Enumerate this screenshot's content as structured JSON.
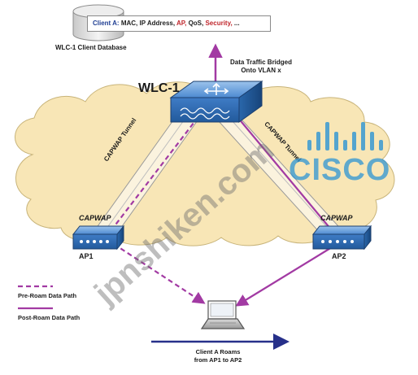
{
  "database": {
    "label": "WLC-1 Client Database",
    "banner": {
      "client": "Client A:",
      "mac_ip": "MAC, IP Address,",
      "ap": "AP,",
      "qos": "QoS,",
      "security": "Security,",
      "more": "..."
    }
  },
  "wlc": {
    "label": "WLC-1",
    "traffic_note_line1": "Data Traffic Bridged",
    "traffic_note_line2": "Onto VLAN x"
  },
  "tunnels": {
    "left": "CAPWAP Tunnel",
    "right": "CAPWAP Tunnel"
  },
  "ap1": {
    "badge": "CAPWAP",
    "label": "AP1"
  },
  "ap2": {
    "badge": "CAPWAP",
    "label": "AP2"
  },
  "legend": {
    "pre_roam": "Pre-Roam Data Path",
    "post_roam": "Post-Roam Data Path"
  },
  "client": {
    "roam_line1": "Client A Roams",
    "roam_line2": "from AP1 to AP2"
  },
  "watermark": {
    "site": "jpnshiken.com",
    "brand": "CISCO"
  },
  "colors": {
    "path": "#a23aa3",
    "device_blue": "#2f6fb5",
    "cloud": "#f8e6b6",
    "arrow_blue": "#27308a",
    "accent_red": "#c0272d",
    "accent_blue": "#1f3e93"
  }
}
